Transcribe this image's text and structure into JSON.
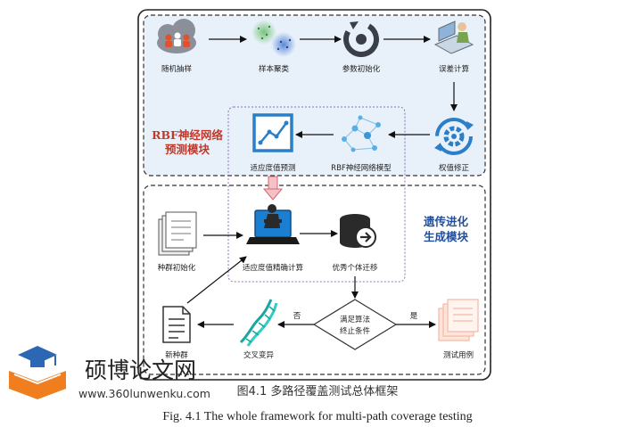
{
  "modules": {
    "rbf_title_line1": "RBF神经网络",
    "rbf_title_line2": "预测模块",
    "ga_title_line1": "遗传进化",
    "ga_title_line2": "生成模块"
  },
  "nodes": {
    "random_sampling": "随机抽样",
    "sample_clustering": "样本聚类",
    "param_init": "参数初始化",
    "error_calc": "误差计算",
    "weight_correction": "权值修正",
    "rbf_model": "RBF神经网络模型",
    "fitness_prediction": "适应度值预测",
    "population_init": "种群初始化",
    "fitness_exact": "适应度值精确计算",
    "elite_migration": "优秀个体迁移",
    "termination_line1": "满足算法",
    "termination_line2": "终止条件",
    "crossover_mutation": "交叉变异",
    "new_population": "新种群",
    "test_cases": "测试用例"
  },
  "edges": {
    "no": "否",
    "yes": "是"
  },
  "caption": {
    "cn": "图4.1  多路径覆盖测试总体框架",
    "en": "Fig. 4.1 The whole framework for multi-path coverage testing"
  },
  "watermark": {
    "name": "硕博论文网",
    "url": "www.360lunwenku.com"
  },
  "colors": {
    "rbf_title": "#c0392b",
    "ga_title": "#1f4e9c",
    "top_panel_fill": "#e8f1fa",
    "icon_blue": "#2a7fc8",
    "icon_gray": "#8a8f99",
    "dna_teal": "#1aa5a0",
    "doc_peach": "#f4b9a5",
    "wm_orange": "#f07d1e",
    "wm_blue": "#2c67b4"
  }
}
